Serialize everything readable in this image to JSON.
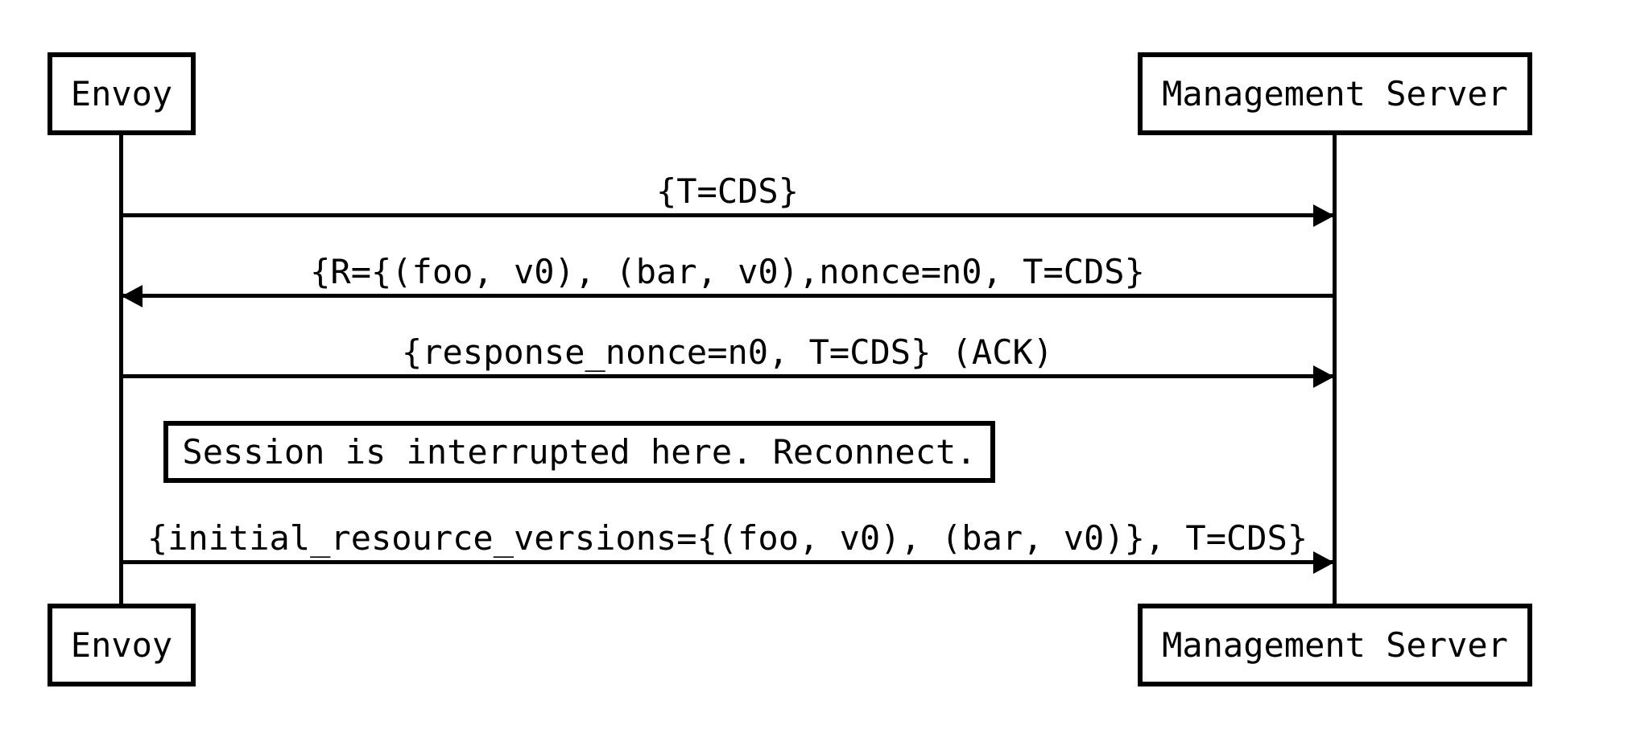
{
  "diagram": {
    "kind": "sequence-diagram",
    "background_color": "#ffffff",
    "line_color": "#000000",
    "participants": [
      {
        "id": "envoy",
        "label": "Envoy"
      },
      {
        "id": "management-server",
        "label": "Management Server"
      }
    ],
    "messages": [
      {
        "from": "Envoy",
        "to": "Management Server",
        "direction": "right",
        "label": "{T=CDS}"
      },
      {
        "from": "Management Server",
        "to": "Envoy",
        "direction": "left",
        "label": "{R={(foo, v0), (bar, v0),nonce=n0, T=CDS}"
      },
      {
        "from": "Envoy",
        "to": "Management Server",
        "direction": "right",
        "label": "{response_nonce=n0, T=CDS} (ACK)"
      },
      {
        "from": "Envoy",
        "to": "Management Server",
        "direction": "right",
        "label": "{initial_resource_versions={(foo, v0), (bar, v0)}, T=CDS}"
      }
    ],
    "note": {
      "label": "Session is interrupted here. Reconnect."
    }
  }
}
